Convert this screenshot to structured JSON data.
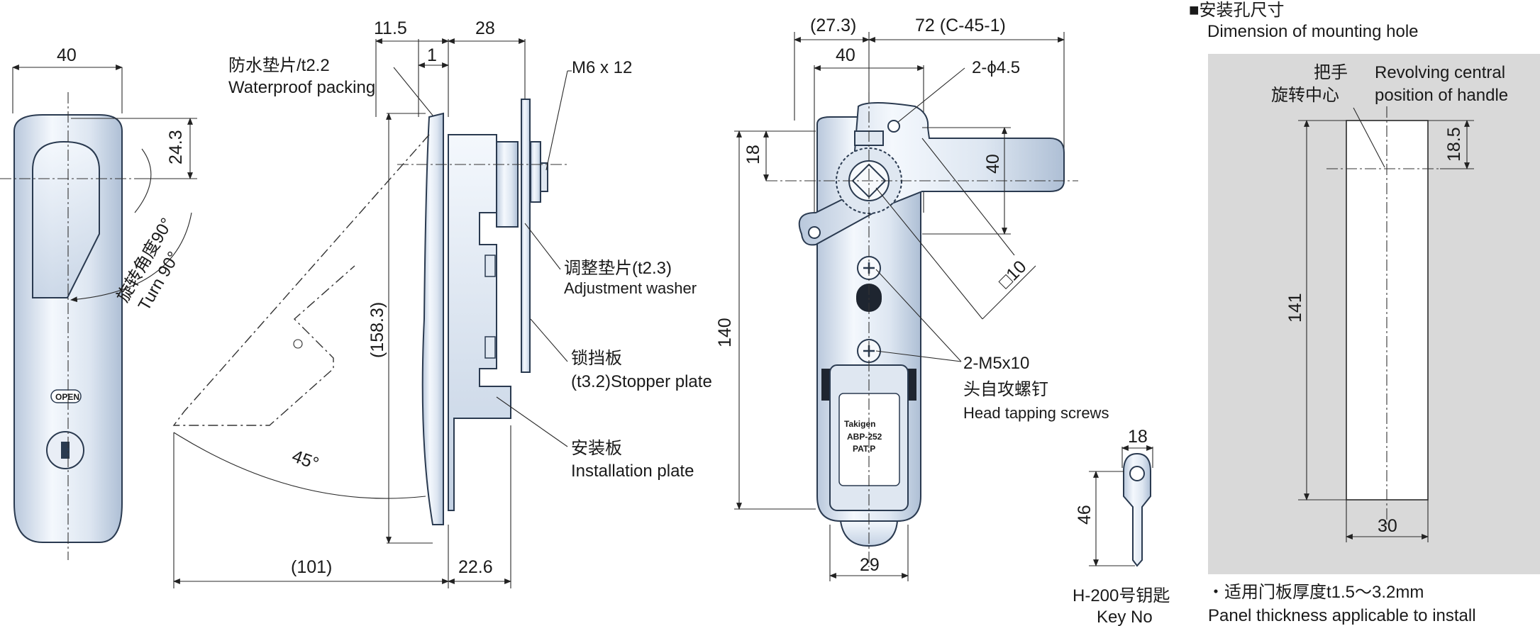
{
  "front_view": {
    "width": "40",
    "handle_offset": "24.3",
    "turn_cn": "旋转角度90°",
    "turn_en": "Turn 90°",
    "open_label": "OPEN"
  },
  "side_view": {
    "dim_11_5": "11.5",
    "dim_28": "28",
    "dim_1": "1",
    "dim_158_3": "(158.3)",
    "dim_101": "(101)",
    "dim_22_6": "22.6",
    "angle": "45°",
    "waterproof_cn": "防水垫片/t2.2",
    "waterproof_en": "Waterproof packing",
    "bolt": "M6 x 12",
    "washer_cn": "调整垫片(t2.3)",
    "washer_en": "Adjustment washer",
    "stopper_cn": "锁挡板",
    "stopper_en": "(t3.2)Stopper plate",
    "install_cn": "安装板",
    "install_en": "Installation plate"
  },
  "rear_view": {
    "dim_27_3": "(27.3)",
    "dim_72": "72 (C-45-1)",
    "dim_40_top": "40",
    "holes": "2-ϕ4.5",
    "dim_18": "18",
    "dim_40_side": "40",
    "dim_140": "140",
    "square": "□10",
    "dim_29": "29",
    "screws": "2-M5x10",
    "screws_cn": "头自攻螺钉",
    "screws_en": "Head tapping screws",
    "badge": [
      "Takigen",
      "ABP-252",
      "PAT.P"
    ]
  },
  "key": {
    "dim_18": "18",
    "dim_46": "46",
    "name_cn": "H-200号钥匙",
    "name_en": "Key No"
  },
  "mounting_hole": {
    "title_cn": "■安装孔尺寸",
    "title_en": "Dimension of mounting hole",
    "handle_cn_1": "把手",
    "handle_cn_2": "旋转中心",
    "handle_en_1": "Revolving central",
    "handle_en_2": "position of handle",
    "dim_18_5": "18.5",
    "dim_141": "141",
    "dim_30": "30",
    "panel_cn": "・适用门板厚度t1.5～3.2mm",
    "panel_en": "Panel thickness applicable to install"
  },
  "colors": {
    "metal_light": "#eef3fa",
    "metal_mid": "#c9d6e6",
    "panel_gray": "#d9d9d9"
  }
}
